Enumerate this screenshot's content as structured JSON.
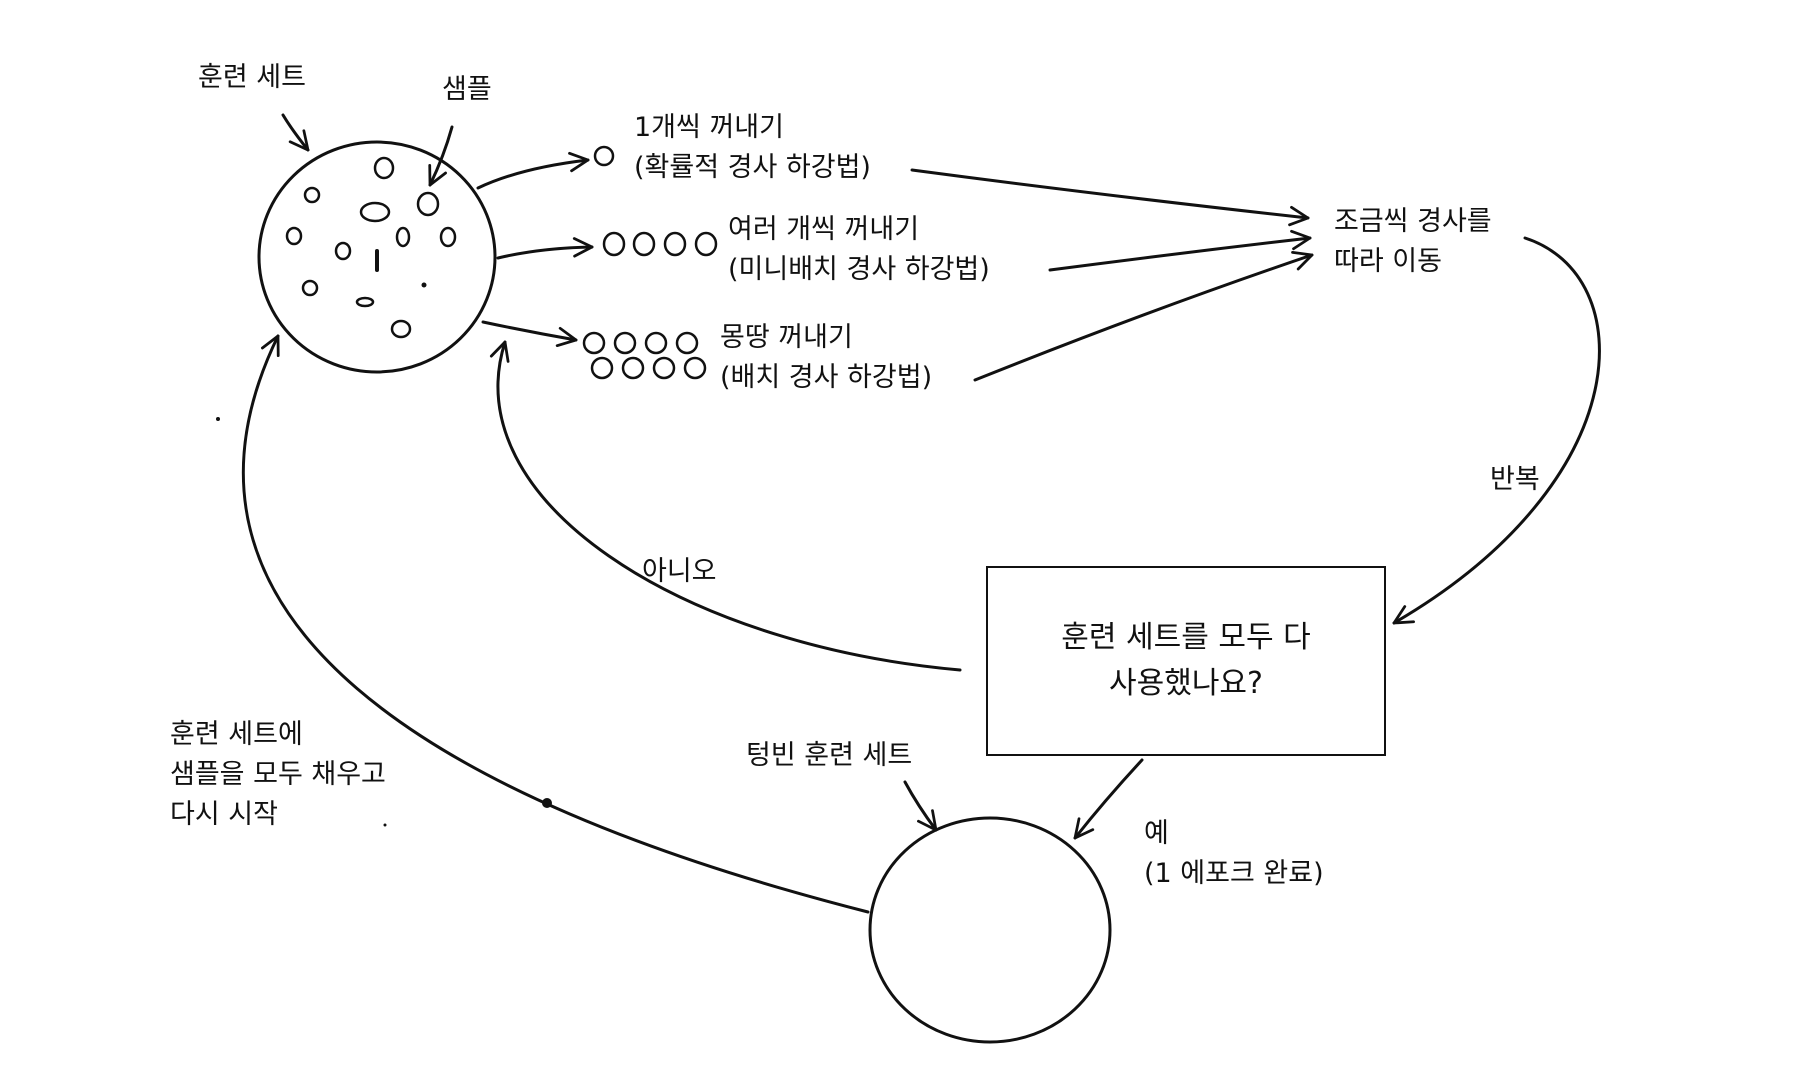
{
  "labels": {
    "training_set": "훈련 세트",
    "sample": "샘플",
    "one_at_a_time": {
      "line1": "1개씩 꺼내기",
      "line2": "(확률적 경사 하강법)"
    },
    "several_at_a_time": {
      "line1": "여러 개씩 꺼내기",
      "line2": "(미니배치 경사 하강법)"
    },
    "all_at_once": {
      "line1": "몽땅 꺼내기",
      "line2": "(배치 경사 하강법)"
    },
    "move_along_slope": {
      "line1": "조금씩 경사를",
      "line2": "따라 이동"
    },
    "repeat": "반복",
    "question": {
      "line1": "훈련 세트를 모두 다",
      "line2": "사용했나요?"
    },
    "no": "아니오",
    "yes": {
      "line1": "예",
      "line2": "(1 에포크 완료)"
    },
    "empty_training_set": "텅빈 훈련 세트",
    "refill": {
      "line1": "훈련 세트에",
      "line2": "샘플을 모두 채우고",
      "line3": "다시 시작"
    }
  },
  "colors": {
    "ink": "#111111",
    "background": "#ffffff"
  }
}
